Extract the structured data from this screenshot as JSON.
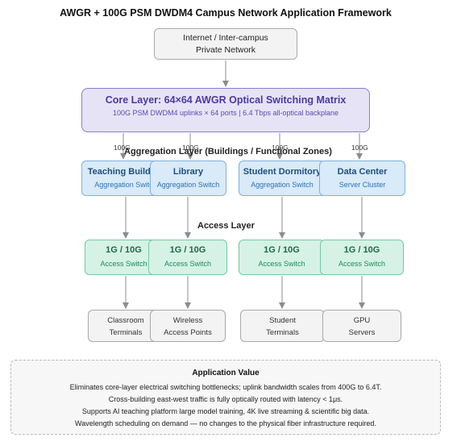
{
  "title": "AWGR + 100G PSM DWDM4 Campus Network Application Framework",
  "internet": {
    "line1": "Internet / Inter-campus",
    "line2": "Private Network"
  },
  "core": {
    "title": "Core Layer: 64×64 AWGR Optical Switching Matrix",
    "subtitle": "100G PSM DWDM4 uplinks × 64 ports | 6.4 Tbps all-optical backplane"
  },
  "uplinks": [
    "100G",
    "100G",
    "100G",
    "100G"
  ],
  "aggregation": {
    "label": "Aggregation Layer (Buildings / Functional Zones)",
    "nodes": [
      {
        "title": "Teaching Building",
        "subtitle": "Aggregation Switch"
      },
      {
        "title": "Library",
        "subtitle": "Aggregation Switch"
      },
      {
        "title": "Student Dormitory",
        "subtitle": "Aggregation Switch"
      },
      {
        "title": "Data Center",
        "subtitle": "Server Cluster"
      }
    ]
  },
  "access": {
    "label": "Access Layer",
    "nodes": [
      {
        "title": "1G / 10G",
        "subtitle": "Access Switch"
      },
      {
        "title": "1G / 10G",
        "subtitle": "Access Switch"
      },
      {
        "title": "1G / 10G",
        "subtitle": "Access Switch"
      },
      {
        "title": "1G / 10G",
        "subtitle": "Access Switch"
      }
    ]
  },
  "terminals": [
    {
      "line1": "Classroom",
      "line2": "Terminals"
    },
    {
      "line1": "Wireless",
      "line2": "Access Points"
    },
    {
      "line1": "Student",
      "line2": "Terminals"
    },
    {
      "line1": "GPU",
      "line2": "Servers"
    }
  ],
  "application_value": {
    "heading": "Application Value",
    "lines": [
      "Eliminates core-layer electrical switching bottlenecks; uplink bandwidth scales from 400G to 6.4T.",
      "Cross-building east-west traffic is fully optically routed with latency < 1μs.",
      "Supports AI teaching platform large model training, 4K live streaming & scientific big data.",
      "Wavelength scheduling on demand — no changes to the physical fiber infrastructure required."
    ]
  },
  "colors": {
    "core_fill": "#e7e3f6",
    "core_border": "#8a7ccf",
    "aggregation_fill": "#d9eaf8",
    "aggregation_border": "#7fb0dc",
    "access_fill": "#d6f2e6",
    "access_border": "#6fcaa4",
    "terminal_fill": "#f3f3f3",
    "connector": "#8c8c8c"
  }
}
